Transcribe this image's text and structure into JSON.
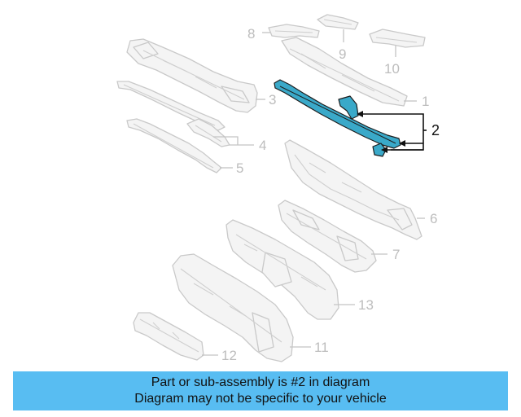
{
  "callouts": {
    "c1": "1",
    "c2": "2",
    "c3": "3",
    "c4": "4",
    "c5": "5",
    "c6": "6",
    "c7": "7",
    "c8": "8",
    "c9": "9",
    "c10": "10",
    "c11": "11",
    "c12": "12",
    "c13": "13"
  },
  "highlight_color": "#3aa9c9",
  "banner": {
    "line1": "Part or sub-assembly is #2 in diagram",
    "line2": "Diagram may not be specific to your vehicle",
    "background": "#58bdf2"
  }
}
